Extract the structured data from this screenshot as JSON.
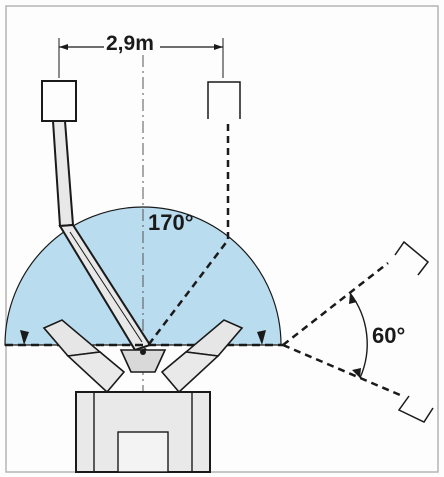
{
  "labels": {
    "width": "2,9m",
    "swing_angle": "170°",
    "side_angle": "60°"
  },
  "colors": {
    "arc_fill": "#b9dcef",
    "ink": "#1a1a1a",
    "paper": "#fdfdfd"
  }
}
